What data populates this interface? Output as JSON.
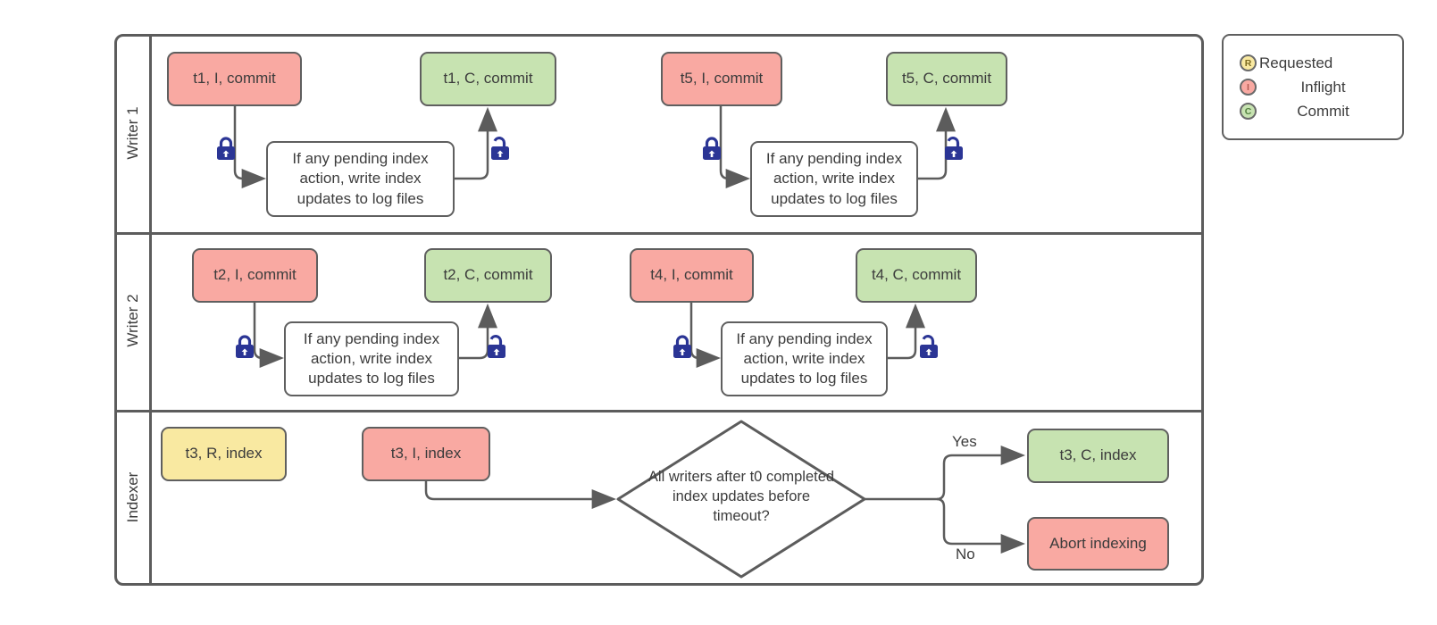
{
  "lanes": [
    {
      "label": "Writer 1"
    },
    {
      "label": "Writer 2"
    },
    {
      "label": "Indexer"
    }
  ],
  "nodes": {
    "t1_inflight": "t1, I, commit",
    "t1_commit": "t1, C, commit",
    "t5_inflight": "t5, I, commit",
    "t5_commit": "t5, C, commit",
    "t2_inflight": "t2, I, commit",
    "t2_commit": "t2, C, commit",
    "t4_inflight": "t4, I, commit",
    "t4_commit": "t4, C, commit",
    "t3_requested": "t3, R, index",
    "t3_inflight": "t3, I, index",
    "t3_commit": "t3, C, index",
    "abort": "Abort indexing",
    "pending_note": "If any pending index action, write index updates to log files",
    "decision": "All writers after t0 completed index updates before timeout?"
  },
  "edge_labels": {
    "yes": "Yes",
    "no": "No"
  },
  "legend": {
    "items": [
      {
        "letter": "R",
        "label": "Requested",
        "color": "#f9e9a1"
      },
      {
        "letter": "I",
        "label": "Inflight",
        "color": "#f9a9a2"
      },
      {
        "letter": "C",
        "label": "Commit",
        "color": "#c7e3b1"
      }
    ]
  },
  "colors": {
    "requested_fill": "#f9e9a1",
    "inflight_fill": "#f9a9a2",
    "commit_fill": "#c7e3b1",
    "line": "#5c5c5c",
    "lock": "#2b3595"
  }
}
